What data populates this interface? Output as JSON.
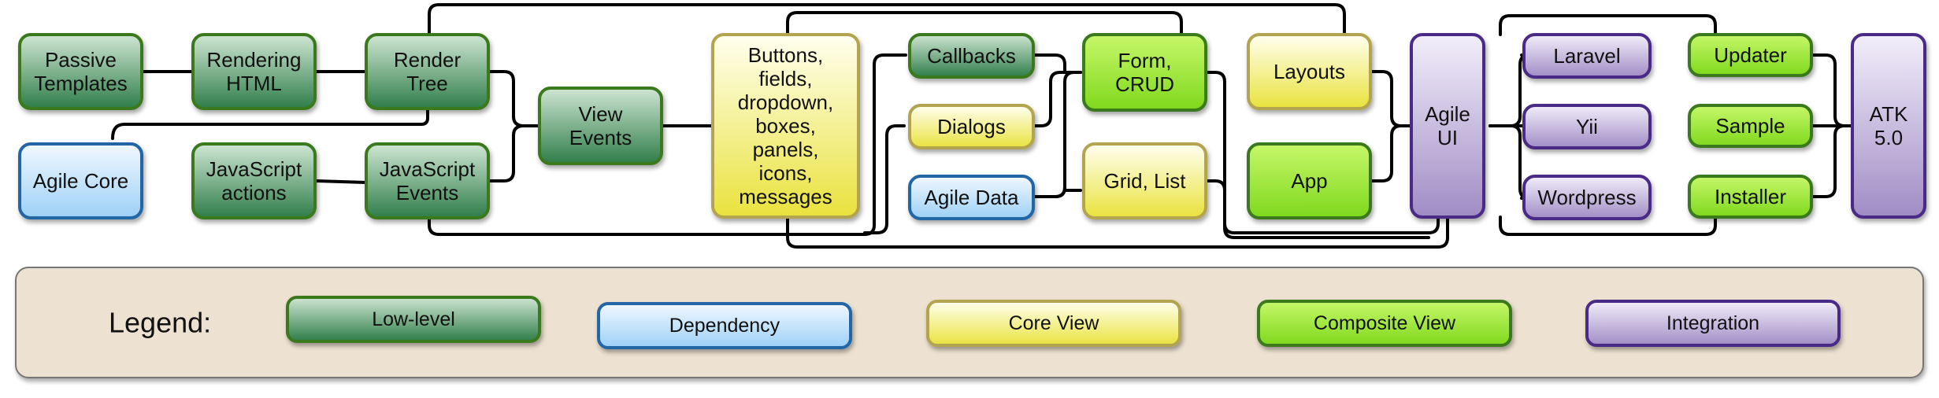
{
  "nodes": {
    "passive_templates": {
      "lines": [
        "Passive",
        "Templates"
      ],
      "kind": "low"
    },
    "rendering_html": {
      "lines": [
        "Rendering",
        "HTML"
      ],
      "kind": "low"
    },
    "render_tree": {
      "lines": [
        "Render",
        "Tree"
      ],
      "kind": "low"
    },
    "agile_core": {
      "lines": [
        "Agile Core"
      ],
      "kind": "dependency"
    },
    "javascript_actions": {
      "lines": [
        "JavaScript",
        "actions"
      ],
      "kind": "low"
    },
    "javascript_events": {
      "lines": [
        "JavaScript",
        "Events"
      ],
      "kind": "low"
    },
    "view_events": {
      "lines": [
        "View",
        "Events"
      ],
      "kind": "low"
    },
    "buttons": {
      "lines": [
        "Buttons,",
        "fields,",
        "dropdown,",
        "boxes,",
        "panels,",
        "icons,",
        "messages"
      ],
      "kind": "core"
    },
    "callbacks": {
      "lines": [
        "Callbacks"
      ],
      "kind": "low"
    },
    "dialogs": {
      "lines": [
        "Dialogs"
      ],
      "kind": "core"
    },
    "agile_data": {
      "lines": [
        "Agile Data"
      ],
      "kind": "dependency"
    },
    "form_crud": {
      "lines": [
        "Form,",
        "CRUD"
      ],
      "kind": "composite"
    },
    "grid_list": {
      "lines": [
        "Grid, List"
      ],
      "kind": "core"
    },
    "layouts": {
      "lines": [
        "Layouts"
      ],
      "kind": "core"
    },
    "app": {
      "lines": [
        "App"
      ],
      "kind": "composite"
    },
    "agile_ui": {
      "lines": [
        "Agile",
        "UI"
      ],
      "kind": "integration"
    },
    "laravel": {
      "lines": [
        "Laravel"
      ],
      "kind": "integration"
    },
    "yii": {
      "lines": [
        "Yii"
      ],
      "kind": "integration"
    },
    "wordpress": {
      "lines": [
        "Wordpress"
      ],
      "kind": "integration"
    },
    "updater": {
      "lines": [
        "Updater"
      ],
      "kind": "composite"
    },
    "sample": {
      "lines": [
        "Sample"
      ],
      "kind": "composite"
    },
    "installer": {
      "lines": [
        "Installer"
      ],
      "kind": "composite"
    },
    "atk": {
      "lines": [
        "ATK",
        "5.0"
      ],
      "kind": "integration"
    }
  },
  "legend": {
    "title": "Legend:",
    "items": [
      {
        "label": "Low-level",
        "kind": "low"
      },
      {
        "label": "Dependency",
        "kind": "dependency"
      },
      {
        "label": "Core View",
        "kind": "core"
      },
      {
        "label": "Composite View",
        "kind": "composite"
      },
      {
        "label": "Integration",
        "kind": "integration"
      }
    ]
  },
  "palette": {
    "low": {
      "top": "#cfe6d3",
      "bottom": "#2f7d49",
      "stroke": "#3a7a1e"
    },
    "dependency": {
      "top": "#f2f8ff",
      "bottom": "#9cd0f6",
      "stroke": "#2266a6"
    },
    "core": {
      "top": "#fffff0",
      "bottom": "#e9e23c",
      "stroke": "#b3a450"
    },
    "composite": {
      "top": "#c6f76a",
      "bottom": "#7fd81c",
      "stroke": "#3a7a1e"
    },
    "integration": {
      "top": "#f2eefa",
      "bottom": "#a08cc4",
      "stroke": "#4a2a86"
    },
    "legend_panel": "#ede1d1"
  }
}
